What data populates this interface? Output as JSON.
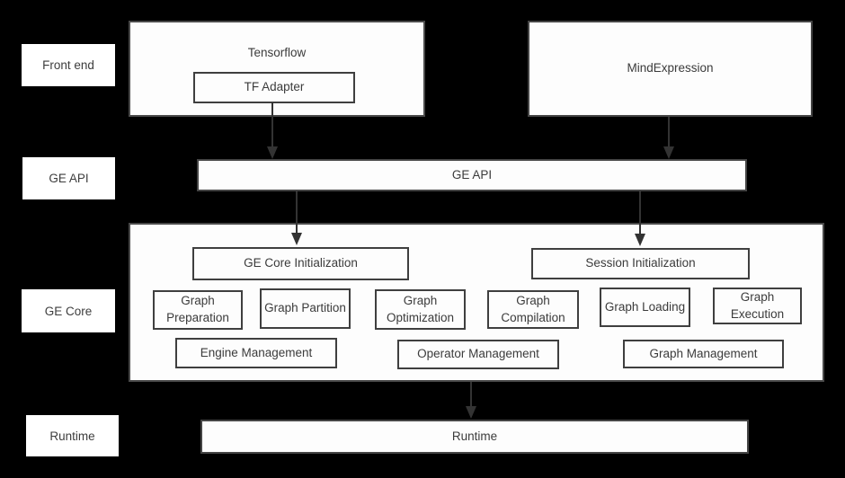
{
  "row_labels": {
    "front_end": "Front end",
    "ge_api": "GE API",
    "ge_core": "GE Core",
    "runtime": "Runtime"
  },
  "front_end_row": {
    "tensorflow_title": "Tensorflow",
    "tf_adapter_label": "TF Adapter",
    "mind_expression_label": "MindExpression"
  },
  "ge_api_row": {
    "bar_label": "GE API"
  },
  "ge_core_box": {
    "ge_core_initialization": "GE Core Initialization",
    "session_initialization": "Session Initialization",
    "stages": [
      "Graph Preparation",
      "Graph Partition",
      "Graph Optimization",
      "Graph Compilation",
      "Graph Loading",
      "Graph Execution"
    ],
    "management": [
      "Engine Management",
      "Operator Management",
      "Graph Management"
    ]
  },
  "runtime_row": {
    "bar_label": "Runtime"
  },
  "colors": {
    "background": "#000000",
    "box_fill": "#fdfdfd",
    "box_border": "#454545",
    "text": "#3b3b3b",
    "arrow": "#333333"
  }
}
